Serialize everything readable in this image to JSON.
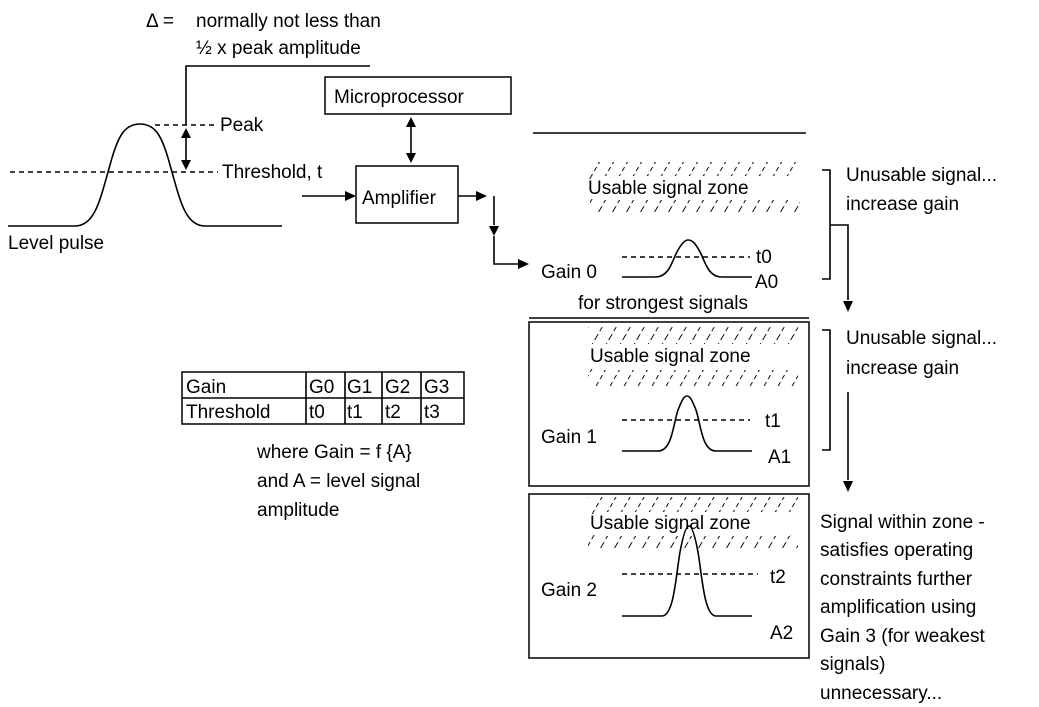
{
  "delta_note": {
    "symbol": "Δ =",
    "line1": "normally not less than",
    "line2": "½ x peak amplitude"
  },
  "input_pulse": {
    "peak_label": "Peak",
    "threshold_label": "Threshold, t",
    "pulse_label": "Level pulse"
  },
  "blocks": {
    "microprocessor": "Microprocessor",
    "amplifier": "Amplifier"
  },
  "panels": [
    {
      "zone_label": "Usable signal zone",
      "gain_label": "Gain 0",
      "threshold_label": "t0",
      "amplitude_label": "A0",
      "caption": "for strongest signals"
    },
    {
      "zone_label": "Usable signal zone",
      "gain_label": "Gain 1",
      "threshold_label": "t1",
      "amplitude_label": "A1"
    },
    {
      "zone_label": "Usable signal zone",
      "gain_label": "Gain 2",
      "threshold_label": "t2",
      "amplitude_label": "A2"
    }
  ],
  "notes": {
    "note0": [
      "Unusable signal...",
      "increase gain"
    ],
    "note1": [
      "Unusable signal...",
      "increase gain"
    ],
    "note2": [
      "Signal within zone -",
      "satisfies operating",
      "constraints further",
      "amplification using",
      "Gain 3 (for weakest",
      "signals)",
      "unnecessary..."
    ]
  },
  "gain_table": {
    "rows": [
      [
        "Gain",
        "G0",
        "G1",
        "G2",
        "G3"
      ],
      [
        "Threshold",
        "t0",
        "t1",
        "t2",
        "t3"
      ]
    ]
  },
  "table_caption": [
    "where Gain = f {A}",
    "and A = level signal",
    "amplitude"
  ]
}
